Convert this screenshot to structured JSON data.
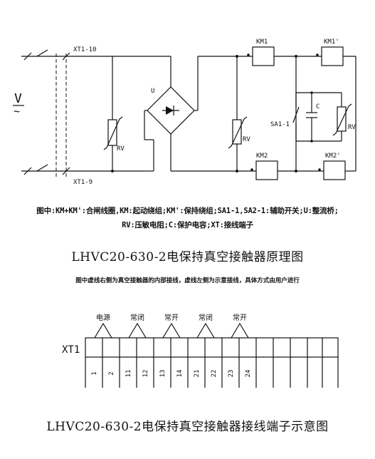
{
  "circuit": {
    "supply_symbol": "V",
    "supply_tilde": "~",
    "terminal_top": "XT1-10",
    "terminal_bottom": "XT1-9",
    "bridge_label": "U",
    "rv_left": "RV",
    "rv_mid": "RV",
    "rv_right": "RV",
    "km1": "KM1",
    "km1p": "KM1'",
    "km2": "KM2",
    "km2p": "KM2'",
    "sa1": "SA1-1",
    "cap": "C"
  },
  "legend": {
    "line1": "图中:KM+KM':合闸线圈,KM:起动绕组;KM':保持绕组;SA1-1,SA2-1:辅助开关;U:整流桥;",
    "line2": "RV:压敏电阻;C:保护电容;XT:接线端子"
  },
  "title1": "LHVC20-630-2电保持真空接触器原理图",
  "note": "图中虚线右侧为真空接触器的内部接线，虚线左侧为示意接线，具体方式由用户进行",
  "terminal": {
    "block_label": "XT1",
    "groups": [
      "电源",
      "常闭",
      "常开",
      "常闭",
      "常开"
    ],
    "numbers": [
      "1",
      "2",
      "11",
      "12",
      "13",
      "14",
      "21",
      "22",
      "23",
      "24",
      "",
      "",
      "",
      "",
      ""
    ]
  },
  "title2": "LHVC20-630-2电保持真空接触器接线端子示意图"
}
